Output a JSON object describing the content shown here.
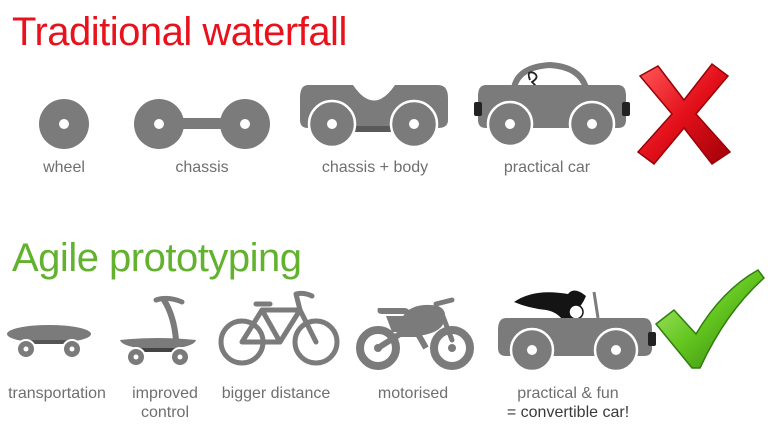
{
  "waterfall": {
    "title": "Traditional waterfall",
    "stages": [
      {
        "label": "wheel",
        "icon": "wheel-icon"
      },
      {
        "label": "chassis",
        "icon": "chassis-icon"
      },
      {
        "label": "chassis + body",
        "icon": "chassis-body-icon"
      },
      {
        "label": "practical car",
        "icon": "practical-car-icon"
      }
    ],
    "result_icon": "red-cross-icon"
  },
  "agile": {
    "title": "Agile prototyping",
    "stages": [
      {
        "label": "transportation",
        "icon": "skateboard-icon"
      },
      {
        "label": "improved",
        "label2": "control",
        "icon": "scooter-icon"
      },
      {
        "label": "bigger distance",
        "icon": "bicycle-icon"
      },
      {
        "label": "motorised",
        "icon": "motorcycle-icon"
      },
      {
        "label": "practical & fun",
        "label2": "= convertible car!",
        "icon": "convertible-car-icon"
      }
    ],
    "result_icon": "green-checkmark-icon"
  },
  "colors": {
    "waterfall_title": "#e8111c",
    "agile_title": "#62b22f",
    "vehicle_gray": "#7b7b7b",
    "label_gray": "#6f6f6f"
  }
}
